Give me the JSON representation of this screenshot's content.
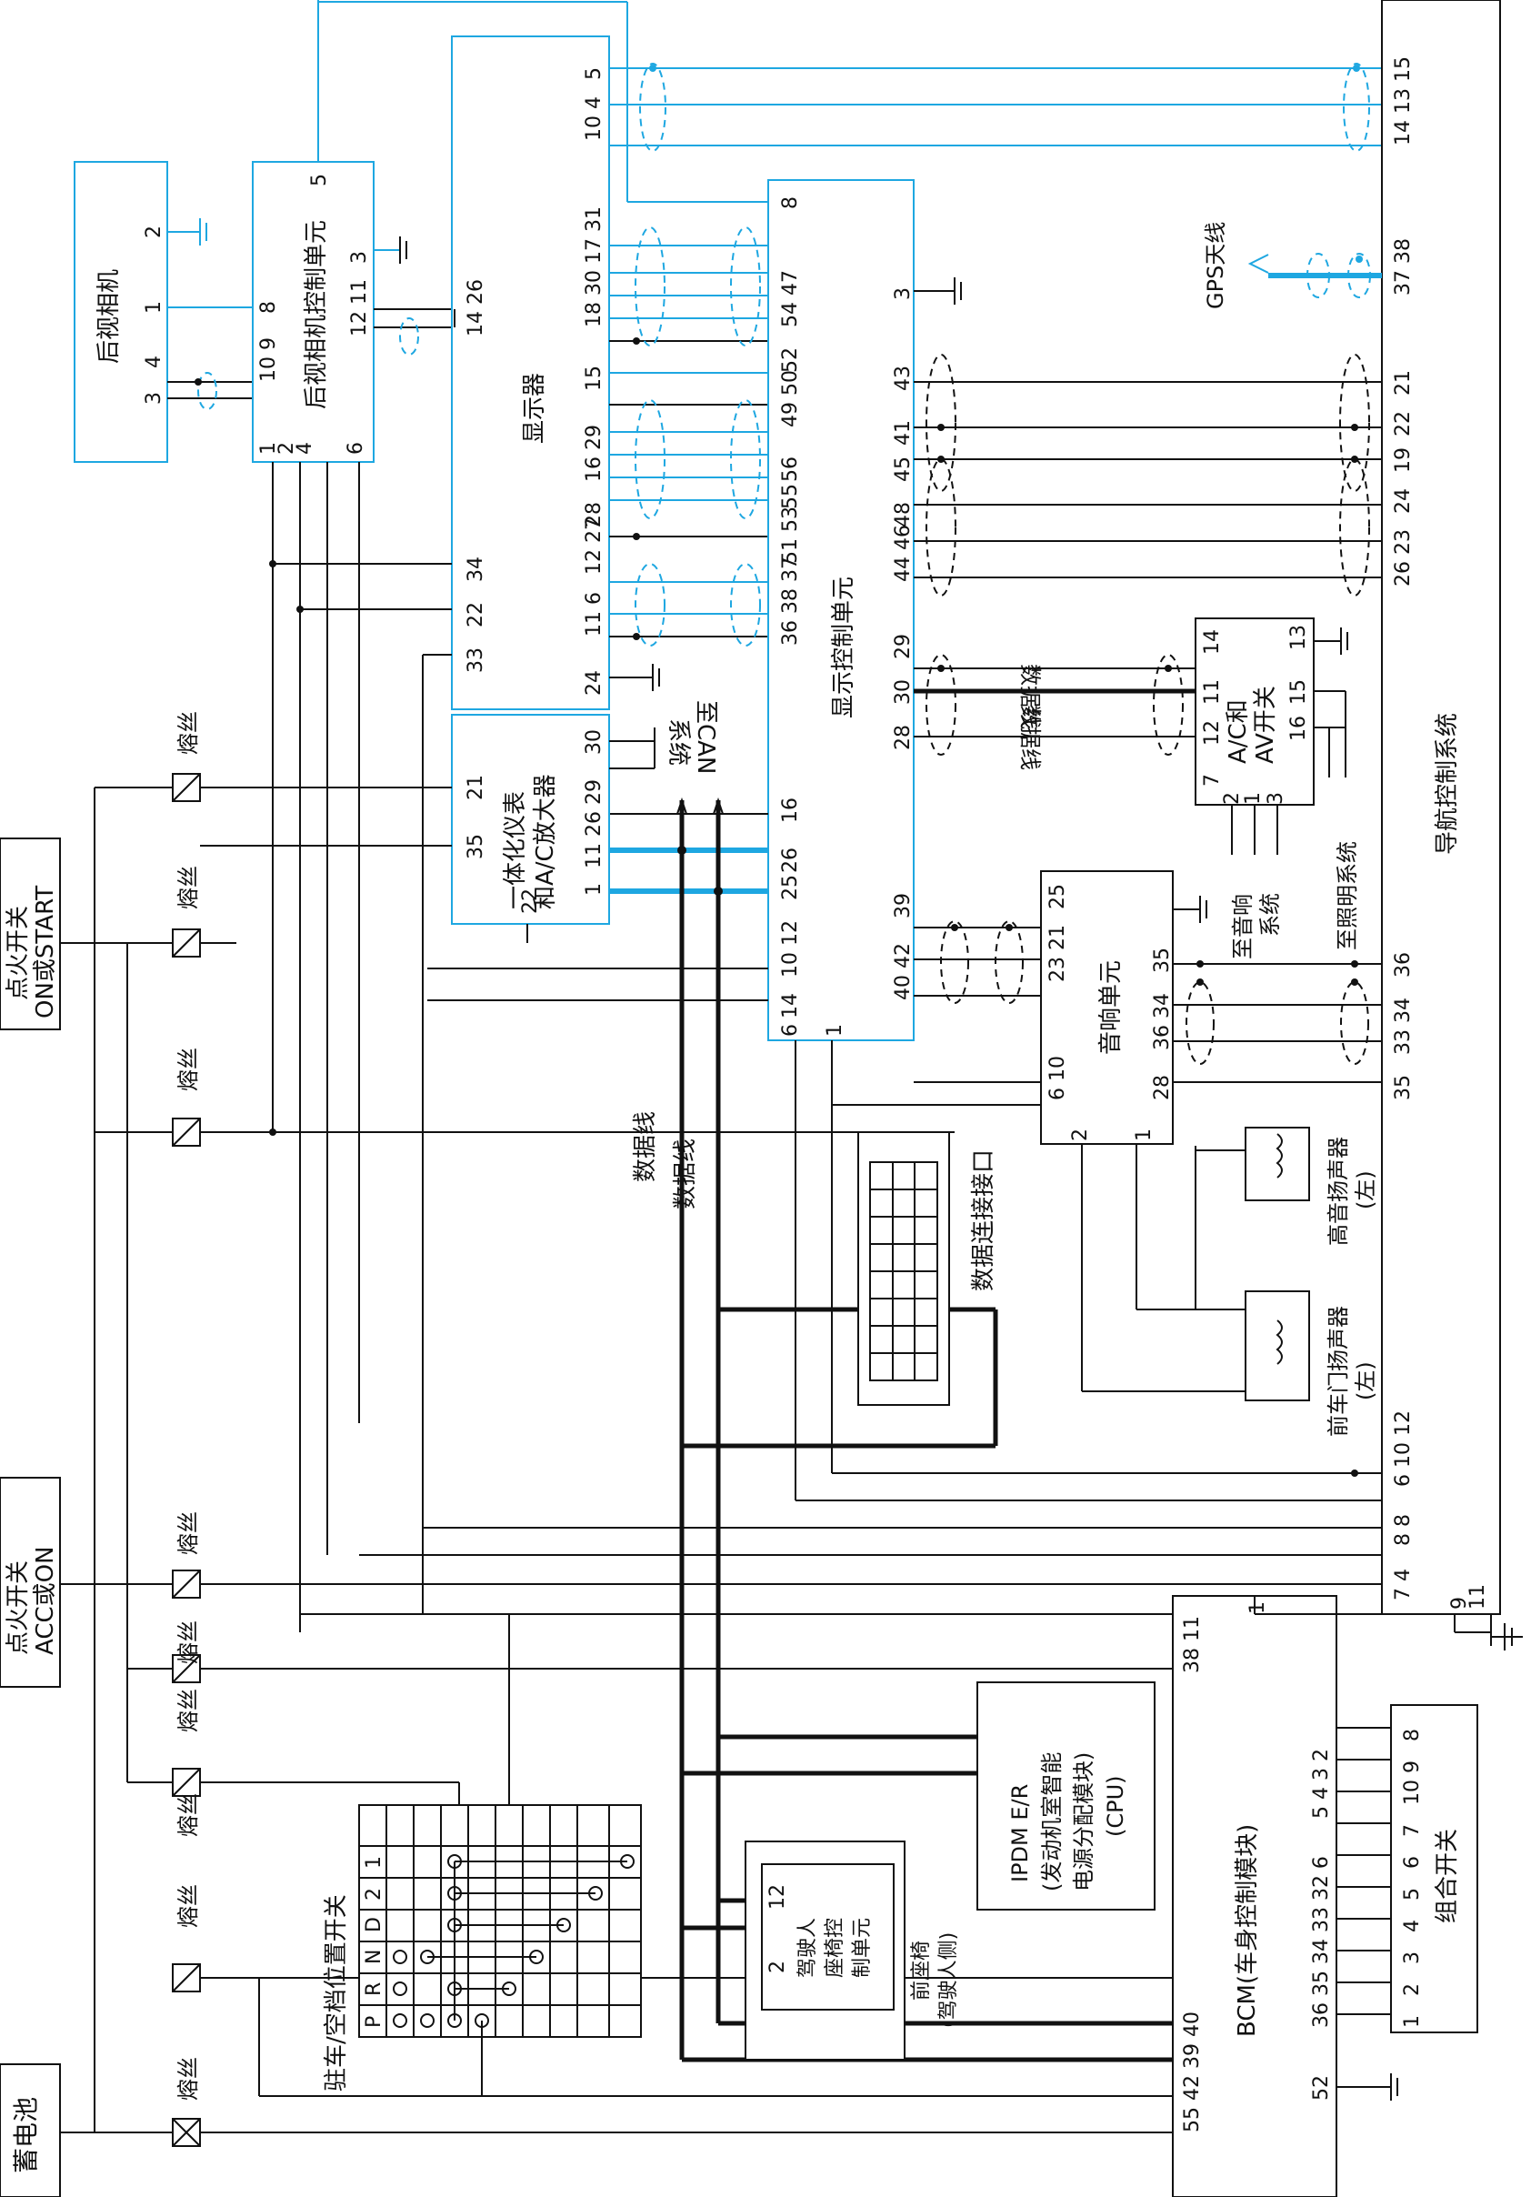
{
  "components": {
    "battery": "蓄电池",
    "ign_start": "点火开关\nON或START",
    "ign_acc": "点火开关\nACC或ON",
    "fuse": "熔丝",
    "rear_camera": "后视相机",
    "rear_camera_ctrl": "后视相机控制单元",
    "display": "显示器",
    "display_ctrl": "显示控制单元",
    "combo_meter": "一体化仪表\n和A/C放大器",
    "to_can": "至CAN\n系统",
    "data_line_a": "数据线",
    "data_line_b": "数据线",
    "data_line_c": "数据线",
    "data_line_d": "数据线",
    "data_connector": "数据连接接口",
    "ac_av_switch": "A/C和\nAV开关",
    "to_sound": "至音响\n系统",
    "to_lighting": "至照明系统",
    "audio_unit": "音响单元",
    "tweeter_left": "高音扬声器\n(左)",
    "front_door_speaker": "前车门扬声器\n(左)",
    "nav_system": "导航控制系统",
    "gps_antenna": "GPS天线",
    "bcm": "BCM(车身控制模块)",
    "ipdm": "IPDM E/R\n(发动机室智能\n电源分配模块)\n(CPU)",
    "seat_ctrl": "驾驶人\n座椅控\n制单元",
    "front_seat": "前座椅\n(驾驶人侧)",
    "combo_switch": "组合开关",
    "park_switch": "驻车/空档位置开关",
    "park_cols": [
      "P",
      "R",
      "N",
      "D",
      "2",
      "1"
    ]
  },
  "pins": {
    "cam": [
      "2",
      "1",
      "3",
      "4"
    ],
    "camctrl": [
      "1",
      "2",
      "4",
      "6",
      "10",
      "9",
      "8",
      "12",
      "11",
      "3",
      "5"
    ],
    "display_top": [
      "5",
      "10",
      "4",
      "17",
      "31",
      "30",
      "18",
      "15",
      "16",
      "29",
      "28",
      "27",
      "12",
      "6",
      "11",
      "24",
      "14",
      "26",
      "34",
      "22",
      "33"
    ],
    "dispctrl": [
      "8",
      "54",
      "47",
      "52",
      "50",
      "49",
      "56",
      "55",
      "53",
      "51",
      "37",
      "38",
      "36",
      "3",
      "43",
      "41",
      "45",
      "48",
      "46",
      "44",
      "29",
      "30",
      "28",
      "16",
      "26",
      "25",
      "12",
      "10",
      "14",
      "6",
      "39",
      "42",
      "40",
      "1"
    ],
    "meter": [
      "30",
      "29",
      "26",
      "11",
      "1",
      "21",
      "35",
      "22"
    ],
    "acav": [
      "14",
      "11",
      "12",
      "7",
      "15",
      "16",
      "13",
      "2",
      "1",
      "3"
    ],
    "audio": [
      "25",
      "21",
      "23",
      "35",
      "34",
      "36",
      "28",
      "10",
      "6",
      "2",
      "1"
    ],
    "nav": [
      "15",
      "14",
      "13",
      "38",
      "37",
      "21",
      "22",
      "19",
      "24",
      "23",
      "26",
      "36",
      "34",
      "33",
      "35",
      "12",
      "10",
      "6",
      "8",
      "4",
      "7",
      "9",
      "11"
    ],
    "bcm": [
      "11",
      "38",
      "1",
      "40",
      "39",
      "42",
      "55",
      "52",
      "2",
      "3",
      "4",
      "5",
      "32",
      "33",
      "34",
      "35",
      "36"
    ],
    "combo": [
      "8",
      "9",
      "10",
      "7",
      "6",
      "5",
      "4",
      "3",
      "2",
      "1"
    ],
    "seat": [
      "12",
      "2"
    ]
  },
  "colors": {
    "blue": "#1ea7e1",
    "black": "#111111"
  }
}
